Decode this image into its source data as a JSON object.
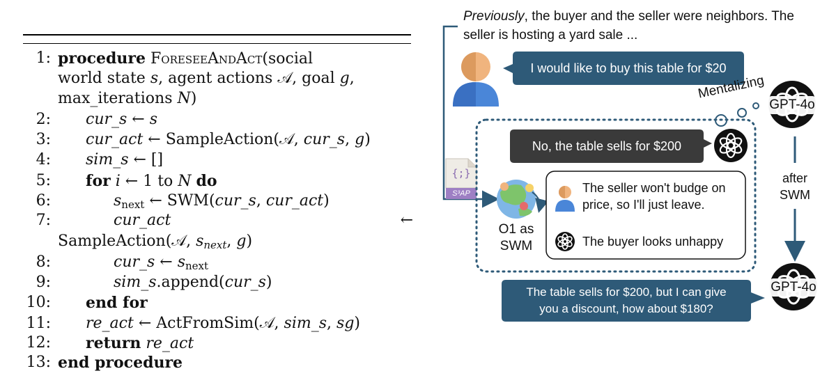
{
  "algorithm": {
    "lines": [
      {
        "num": "1:",
        "parts": [
          {
            "t": "procedure",
            "s": "kw"
          },
          {
            "t": " ",
            "s": ""
          },
          {
            "t": "ForeseeAndAct",
            "s": "sc"
          },
          {
            "t": "(social",
            "s": ""
          }
        ]
      },
      {
        "num": "",
        "parts": [
          {
            "t": "world state ",
            "s": ""
          },
          {
            "t": "s",
            "s": "it"
          },
          {
            "t": ", agent actions ",
            "s": ""
          },
          {
            "t": "𝒜",
            "s": ""
          },
          {
            "t": ", goal ",
            "s": ""
          },
          {
            "t": "g",
            "s": "it"
          },
          {
            "t": ",",
            "s": ""
          }
        ]
      },
      {
        "num": "",
        "parts": [
          {
            "t": "max_iterations ",
            "s": ""
          },
          {
            "t": "N",
            "s": "it"
          },
          {
            "t": ")",
            "s": ""
          }
        ]
      },
      {
        "num": "2:",
        "parts": [
          {
            "t": "cur_s",
            "s": "it"
          },
          {
            "t": " ← ",
            "s": ""
          },
          {
            "t": "s",
            "s": "it"
          }
        ]
      },
      {
        "num": "3:",
        "parts": [
          {
            "t": "cur_act",
            "s": "it"
          },
          {
            "t": " ← SampleAction(𝒜, ",
            "s": ""
          },
          {
            "t": "cur_s",
            "s": "it"
          },
          {
            "t": ", ",
            "s": ""
          },
          {
            "t": "g",
            "s": "it"
          },
          {
            "t": ")",
            "s": ""
          }
        ]
      },
      {
        "num": "4:",
        "parts": [
          {
            "t": "sim_s",
            "s": "it"
          },
          {
            "t": " ← []",
            "s": ""
          }
        ]
      },
      {
        "num": "5:",
        "parts": [
          {
            "t": "for",
            "s": "kw"
          },
          {
            "t": " ",
            "s": ""
          },
          {
            "t": "i",
            "s": "it"
          },
          {
            "t": " ← 1 to ",
            "s": ""
          },
          {
            "t": "N",
            "s": "it"
          },
          {
            "t": " ",
            "s": ""
          },
          {
            "t": "do",
            "s": "kw"
          }
        ]
      },
      {
        "num": "6:",
        "parts": [
          {
            "t": "s",
            "s": "it"
          },
          {
            "t": "next",
            "s": "sub"
          },
          {
            "t": " ← SWM(",
            "s": ""
          },
          {
            "t": "cur_s",
            "s": "it"
          },
          {
            "t": ", ",
            "s": ""
          },
          {
            "t": "cur_act",
            "s": "it"
          },
          {
            "t": ")",
            "s": ""
          }
        ]
      },
      {
        "num": "7:",
        "parts": [
          {
            "t": "cur_act",
            "s": "it"
          }
        ],
        "right": "←"
      },
      {
        "num": "",
        "parts": [
          {
            "t": "SampleAction(𝒜, ",
            "s": ""
          },
          {
            "t": "s",
            "s": "it"
          },
          {
            "t": "next",
            "s": "sub it"
          },
          {
            "t": ", ",
            "s": ""
          },
          {
            "t": "g",
            "s": "it"
          },
          {
            "t": ")",
            "s": ""
          }
        ]
      },
      {
        "num": "8:",
        "parts": [
          {
            "t": "cur_s",
            "s": "it"
          },
          {
            "t": " ← ",
            "s": ""
          },
          {
            "t": "s",
            "s": "it"
          },
          {
            "t": "next",
            "s": "sub"
          }
        ]
      },
      {
        "num": "9:",
        "parts": [
          {
            "t": "sim_s",
            "s": "it"
          },
          {
            "t": ".append(",
            "s": ""
          },
          {
            "t": "cur_s",
            "s": "it"
          },
          {
            "t": ")",
            "s": ""
          }
        ]
      },
      {
        "num": "10:",
        "parts": [
          {
            "t": "end for",
            "s": "kw"
          }
        ]
      },
      {
        "num": "11:",
        "parts": [
          {
            "t": "re_act",
            "s": "it"
          },
          {
            "t": " ← ActFromSim(𝒜, ",
            "s": ""
          },
          {
            "t": "sim_s",
            "s": "it"
          },
          {
            "t": ", ",
            "s": ""
          },
          {
            "t": "sg",
            "s": "it"
          },
          {
            "t": ")",
            "s": ""
          }
        ]
      },
      {
        "num": "12:",
        "parts": [
          {
            "t": "return",
            "s": "kw"
          },
          {
            "t": " ",
            "s": ""
          },
          {
            "t": "re_act",
            "s": "it"
          }
        ]
      },
      {
        "num": "13:",
        "parts": [
          {
            "t": "end procedure",
            "s": "kw"
          }
        ]
      }
    ]
  },
  "diagram": {
    "context_emph": "Previously",
    "context_rest": ", the buyer and the seller were neighbors. The seller is hosting a yard sale ...",
    "buyer_message": "I would like to buy this table for $20",
    "seller_reply": "No, the table sells for $200",
    "sim_buyer_thought": "The seller won't budge on price, so I'll just leave.",
    "sim_observation": "The buyer looks unhappy",
    "swm_label_line1": "O1 as",
    "swm_label_line2": "SWM",
    "mentalizing_label": "Mentalizing",
    "model_top_label": "GPT-4o",
    "model_bottom_label": "GPT-4o",
    "after_label_line1": "after",
    "after_label_line2": "SWM",
    "final_message_line1": "The table sells for $200, but I can give",
    "final_message_line2": "you a discount, how about $180?",
    "s3ap_badge": "S³AP",
    "file_icon_text": "{;}",
    "colors": {
      "bubble_blue": "#2e5a78",
      "bubble_dark": "#3a3a3a",
      "dotted_border": "#2e5a78",
      "person_skin": "#f0b47e",
      "person_body": "#4a86d8",
      "badge_purple": "#9e7fc4"
    }
  }
}
